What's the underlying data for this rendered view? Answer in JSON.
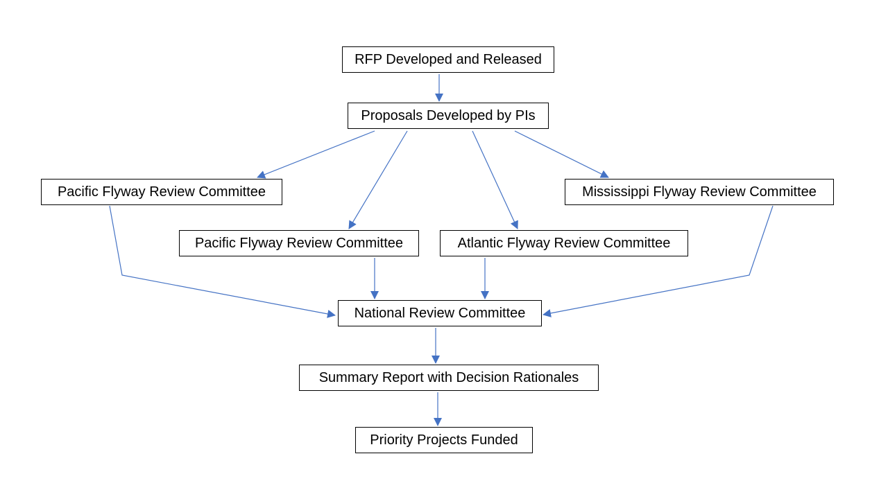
{
  "colors": {
    "connector": "#4472c4",
    "box_border": "#000000",
    "text": "#000000",
    "background": "#ffffff"
  },
  "nodes": {
    "rfp": "RFP Developed and Released",
    "proposals": "Proposals Developed by PIs",
    "pacific_1": "Pacific Flyway Review Committee",
    "mississippi": "Mississippi Flyway Review Committee",
    "pacific_2": "Pacific Flyway Review Committee",
    "atlantic": "Atlantic Flyway Review Committee",
    "national": "National Review Committee",
    "summary": "Summary Report with Decision Rationales",
    "priority": "Priority Projects Funded"
  },
  "edges": [
    {
      "from": "rfp",
      "to": "proposals"
    },
    {
      "from": "proposals",
      "to": "pacific_1"
    },
    {
      "from": "proposals",
      "to": "pacific_2"
    },
    {
      "from": "proposals",
      "to": "atlantic"
    },
    {
      "from": "proposals",
      "to": "mississippi"
    },
    {
      "from": "pacific_1",
      "to": "national"
    },
    {
      "from": "pacific_2",
      "to": "national"
    },
    {
      "from": "atlantic",
      "to": "national"
    },
    {
      "from": "mississippi",
      "to": "national"
    },
    {
      "from": "national",
      "to": "summary"
    },
    {
      "from": "summary",
      "to": "priority"
    }
  ]
}
